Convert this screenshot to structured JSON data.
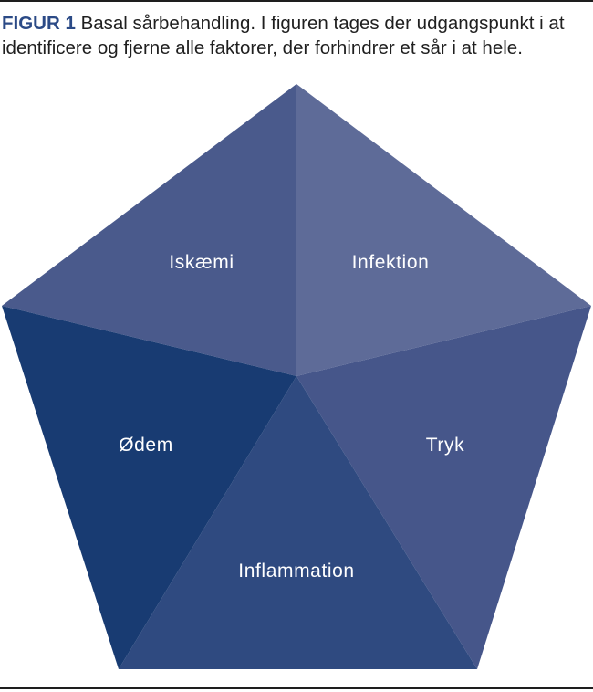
{
  "caption": {
    "label": "FIGUR 1",
    "text": " Basal sårbehandling. I figuren tages der udgangspunkt i at identificere og fjerne alle faktorer, der forhindrer et sår i at hele."
  },
  "diagram": {
    "segments": [
      {
        "key": "iskaemi",
        "label": "Iskæmi",
        "color": "#4a5a8c"
      },
      {
        "key": "infektion",
        "label": "Infektion",
        "color": "#5e6b98"
      },
      {
        "key": "tryk",
        "label": "Tryk",
        "color": "#46568a"
      },
      {
        "key": "inflammation",
        "label": "Inflammation",
        "color": "#2f4a80"
      },
      {
        "key": "odem",
        "label": "Ødem",
        "color": "#183b72"
      }
    ]
  }
}
